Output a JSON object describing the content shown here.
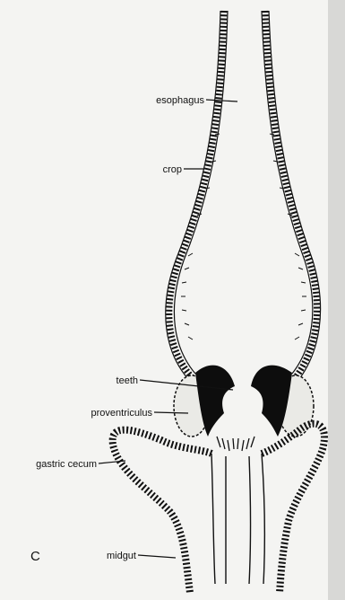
{
  "panel_letter": "C",
  "labels": {
    "esophagus": "esophagus",
    "crop": "crop",
    "teeth": "teeth",
    "proventriculus": "proventriculus",
    "gastric_cecum": "gastric cecum",
    "midgut": "midgut"
  },
  "colors": {
    "background": "#f4f4f2",
    "ink": "#111111",
    "tooth": "#0d0d0d"
  }
}
